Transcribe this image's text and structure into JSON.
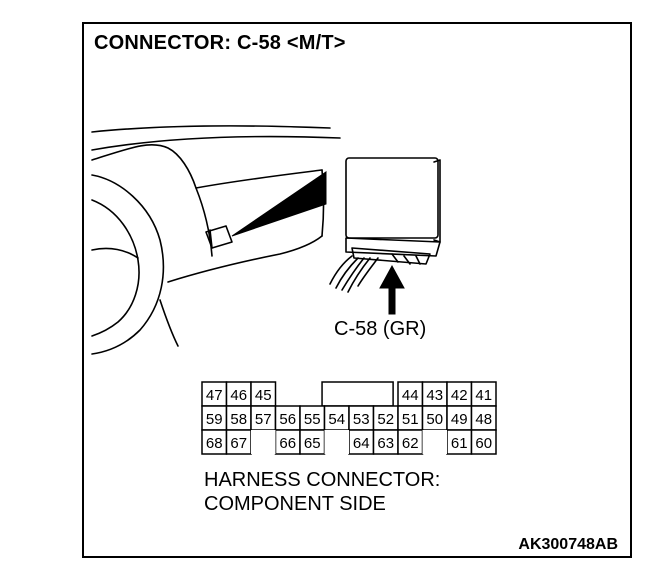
{
  "title": "CONNECTOR: C-58 <M/T>",
  "callout_label": "C-58 (GR)",
  "caption_line1": "HARNESS CONNECTOR:",
  "caption_line2": "COMPONENT SIDE",
  "figure_code": "AK300748AB",
  "connector_pins": {
    "row1": [
      "47",
      "46",
      "45",
      "",
      "",
      "",
      "",
      "",
      "",
      "44",
      "43",
      "42",
      "41"
    ],
    "row2": [
      "59",
      "58",
      "57",
      "56",
      "55",
      "54",
      "53",
      "52",
      "51",
      "50",
      "49",
      "48"
    ],
    "row3": [
      "68",
      "67",
      "",
      "66",
      "65",
      "",
      "64",
      "63",
      "62",
      "",
      "61",
      "60"
    ]
  },
  "colors": {
    "line": "#000000",
    "background": "#ffffff"
  }
}
